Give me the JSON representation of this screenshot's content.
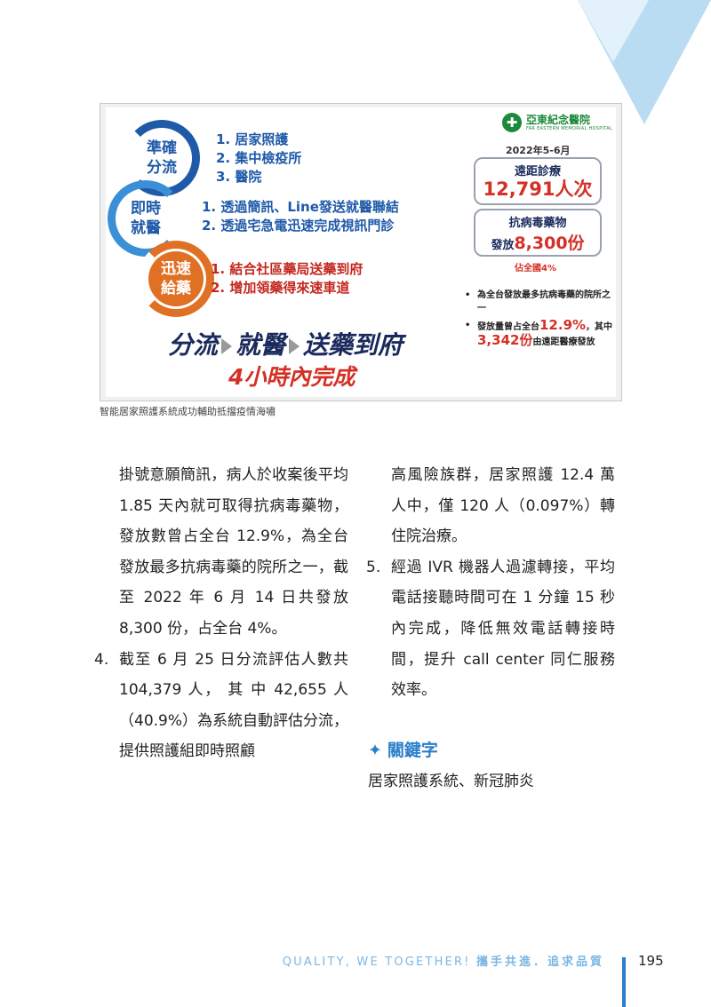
{
  "figure": {
    "rings": [
      "準確\n分流",
      "即時\n就醫",
      "迅速\n給藥"
    ],
    "steps1": [
      "1. 居家照護",
      "2. 集中檢疫所",
      "3. 醫院"
    ],
    "steps2": [
      "1. 透過簡訊、Line發送就醫聯結",
      "2. 透過宅急電迅速完成視訊門診"
    ],
    "steps3": [
      "1. 結合社區藥局送藥到府",
      "2. 增加領藥得來速車道"
    ],
    "flow": [
      "分流",
      "就醫",
      "送藥到府"
    ],
    "hours": "4小時內完成",
    "hospital_name": "亞東紀念醫院",
    "hospital_en": "FAR EASTERN MEMORIAL HOSPITAL",
    "period": "2022年5-6月",
    "box1_label": "遠距診療",
    "box1_value": "12,791人次",
    "box2_label": "抗病毒藥物",
    "box2_prefix": "發放",
    "box2_value": "8,300份",
    "share": "佔全國4%",
    "bullet1": "為全台發放最多抗病毒藥的院所之一",
    "bullet2_a": "發放量曾占全台",
    "bullet2_b": "12.9%",
    "bullet2_c": "，其中",
    "bullet2_d": "3,342份",
    "bullet2_e": "由遠距醫療發放"
  },
  "caption": "智能居家照護系統成功輔助抵擋疫情海嘯",
  "left_column": {
    "para": "掛號意願簡訊，病人於收案後平均 1.85 天內就可取得抗病毒藥物，發放數曾占全台 12.9%，為全台發放最多抗病毒藥的院所之一，截至 2022 年 6 月 14 日共發放 8,300 份，占全台 4%。",
    "item4_num": "4.",
    "item4_text": "截至 6 月 25 日分流評估人數共 104,379 人， 其 中 42,655 人（40.9%）為系統自動評估分流，提供照護組即時照顧"
  },
  "right_column": {
    "para": "高風險族群，居家照護 12.4 萬人中，僅 120 人（0.097%）轉住院治療。",
    "item5_num": "5.",
    "item5_text": "經過 IVR 機器人過濾轉接，平均電話接聽時間可在 1 分鐘 15 秒內完成，降低無效電話轉接時間，提升 call center 同仁服務效率。"
  },
  "keywords": {
    "icon": "sparkle-icon",
    "title": "關鍵字",
    "text": "居家照護系統、新冠肺炎"
  },
  "footer": {
    "en": "QUALITY, WE TOGETHER!",
    "cn": "攜手共進．追求品質",
    "page_number": "195",
    "accent_color": "#2c7fc9"
  }
}
